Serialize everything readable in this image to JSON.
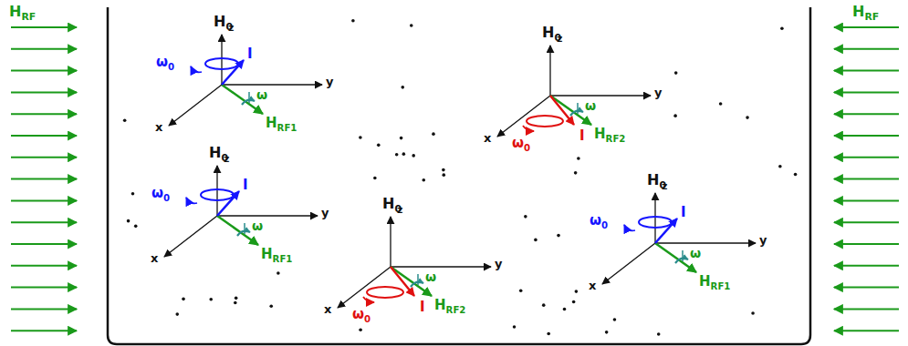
{
  "diagram": {
    "labels": [
      "HRF",
      "HRF",
      "H0",
      "z",
      "y",
      "x",
      "ω0",
      "I",
      "ω",
      "HRF1",
      "H0",
      "z",
      "y",
      "x",
      "ω0",
      "I",
      "ω",
      "HRF2",
      "H0",
      "z",
      "y",
      "x",
      "ω0",
      "I",
      "ω",
      "HRF1",
      "H0",
      "z",
      "y",
      "x",
      "ω0",
      "I",
      "ω",
      "HRF2",
      "H0",
      "z",
      "y",
      "x",
      "ω0",
      "I",
      "ω",
      "HRF1"
    ]
  }
}
